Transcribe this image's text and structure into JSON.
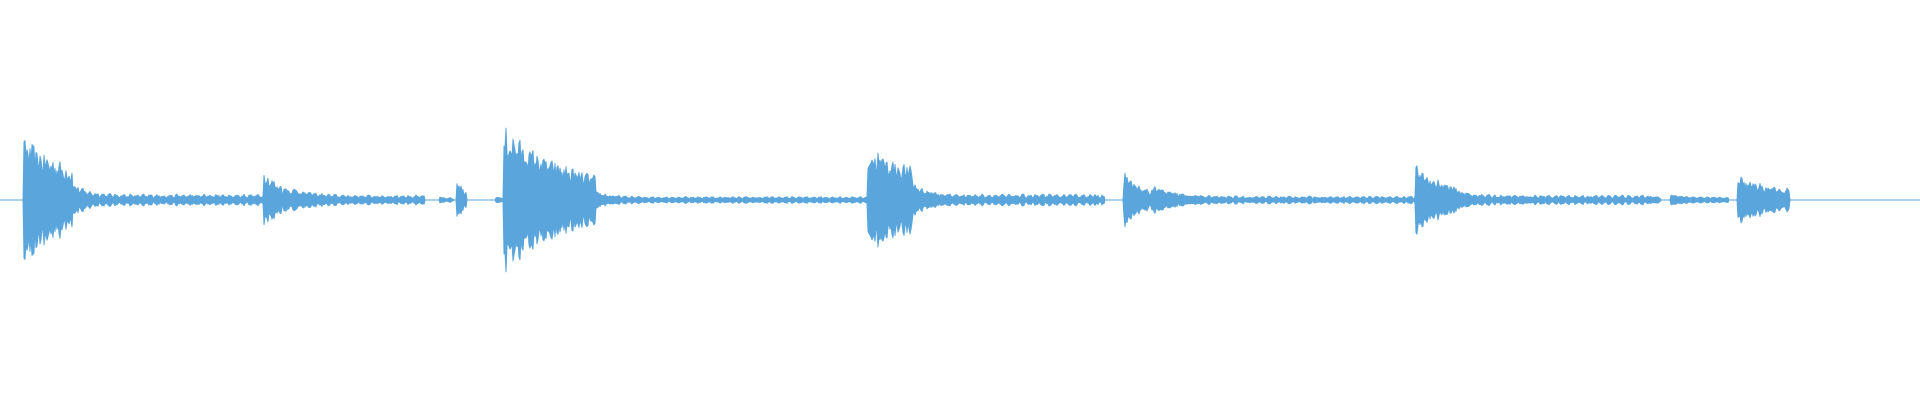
{
  "waveform": {
    "color": "#5aa5dc",
    "background": "#ffffff",
    "duration_fraction_shown": 0.94,
    "segments": [
      {
        "start": 0.012,
        "end": 0.038,
        "onset_amp": 0.27,
        "decay": 0.09,
        "floor": 0.05
      },
      {
        "start": 0.038,
        "end": 0.137,
        "onset_amp": 0.06,
        "decay": 0.02,
        "floor": 0.03
      },
      {
        "start": 0.137,
        "end": 0.152,
        "onset_amp": 0.12,
        "decay": 0.02,
        "floor": 0.05
      },
      {
        "start": 0.152,
        "end": 0.221,
        "onset_amp": 0.04,
        "decay": 0.03,
        "floor": 0.025
      },
      {
        "start": 0.229,
        "end": 0.236,
        "onset_amp": 0.01,
        "decay": 0.01,
        "floor": 0.01
      },
      {
        "start": 0.238,
        "end": 0.243,
        "onset_amp": 0.09,
        "decay": 0.01,
        "floor": 0.03
      },
      {
        "start": 0.258,
        "end": 0.262,
        "onset_amp": 0.01,
        "decay": 0.01,
        "floor": 0.01
      },
      {
        "start": 0.262,
        "end": 0.31,
        "onset_amp": 0.34,
        "decay": 0.1,
        "floor": 0.04
      },
      {
        "start": 0.31,
        "end": 0.452,
        "onset_amp": 0.03,
        "decay": 0.02,
        "floor": 0.018
      },
      {
        "start": 0.452,
        "end": 0.475,
        "onset_amp": 0.22,
        "decay": 0.1,
        "floor": 0.06
      },
      {
        "start": 0.475,
        "end": 0.575,
        "onset_amp": 0.07,
        "decay": 0.02,
        "floor": 0.03
      },
      {
        "start": 0.585,
        "end": 0.6,
        "onset_amp": 0.13,
        "decay": 0.02,
        "floor": 0.035
      },
      {
        "start": 0.6,
        "end": 0.74,
        "onset_amp": 0.06,
        "decay": 0.03,
        "floor": 0.02
      },
      {
        "start": 0.737,
        "end": 0.756,
        "onset_amp": 0.15,
        "decay": 0.04,
        "floor": 0.04
      },
      {
        "start": 0.756,
        "end": 0.865,
        "onset_amp": 0.05,
        "decay": 0.02,
        "floor": 0.025
      },
      {
        "start": 0.87,
        "end": 0.9,
        "onset_amp": 0.02,
        "decay": 0.02,
        "floor": 0.015
      },
      {
        "start": 0.905,
        "end": 0.932,
        "onset_amp": 0.09,
        "decay": 0.05,
        "floor": 0.04
      }
    ]
  }
}
